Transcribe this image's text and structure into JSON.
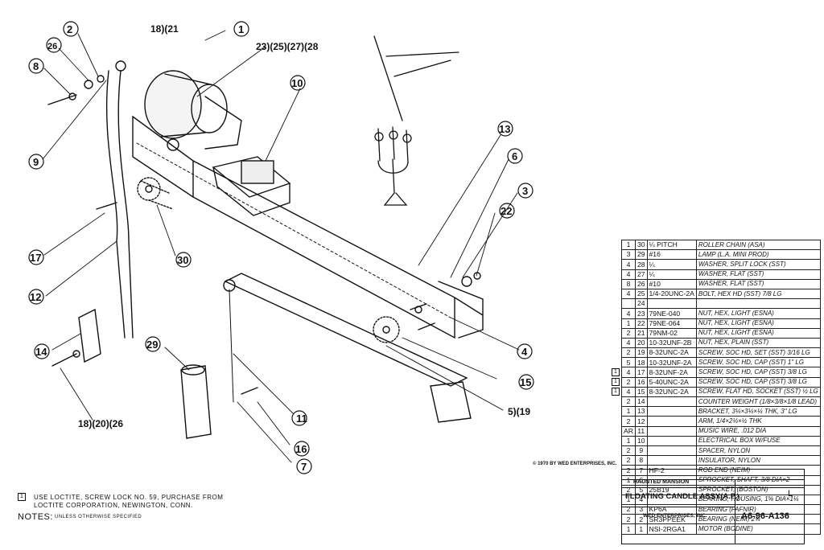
{
  "callouts": {
    "c18_21": "18)(21",
    "c1": "1",
    "c2": "2",
    "c26": "26",
    "c8": "8",
    "c9": "9",
    "c23set": "23)(25)(27)(28",
    "c10": "10",
    "c13": "13",
    "c6": "6",
    "c3": "3",
    "c22": "22",
    "c17": "17",
    "c12": "12",
    "c30": "30",
    "c14": "14",
    "c29": "29",
    "c4": "4",
    "c15": "15",
    "c5_19": "5)(19",
    "c11": "11",
    "c16": "16",
    "c7": "7",
    "c18_20_26": "18)(20)(26"
  },
  "bom": [
    {
      "mark": "",
      "qty": "1",
      "item": "30",
      "part": "¼ PITCH",
      "desc": "ROLLER CHAIN (ASA)"
    },
    {
      "mark": "",
      "qty": "3",
      "item": "29",
      "part": "#16",
      "desc": "LAMP (L.A. MINI PROD)"
    },
    {
      "mark": "",
      "qty": "4",
      "item": "28",
      "part": "¼",
      "desc": "WASHER, SPLIT LOCK (SST)"
    },
    {
      "mark": "",
      "qty": "4",
      "item": "27",
      "part": "¼",
      "desc": "WASHER, FLAT (SST)"
    },
    {
      "mark": "",
      "qty": "8",
      "item": "26",
      "part": "#10",
      "desc": "WASHER, FLAT (SST)"
    },
    {
      "mark": "",
      "qty": "4",
      "item": "25",
      "part": "1/4-20UNC-2A",
      "desc": "BOLT, HEX HD (SST)  7/8 LG"
    },
    {
      "mark": "",
      "qty": "",
      "item": "24",
      "part": "",
      "desc": ""
    },
    {
      "mark": "",
      "qty": "4",
      "item": "23",
      "part": "79NE-040",
      "desc": "NUT, HEX, LIGHT (ESNA)"
    },
    {
      "mark": "",
      "qty": "1",
      "item": "22",
      "part": "79NE-064",
      "desc": "NUT, HEX, LIGHT (ESNA)"
    },
    {
      "mark": "",
      "qty": "2",
      "item": "21",
      "part": "79NM-02",
      "desc": "NUT, HEX, LIGHT (ESNA)"
    },
    {
      "mark": "",
      "qty": "4",
      "item": "20",
      "part": "10-32UNF-2B",
      "desc": "NUT, HEX, PLAIN (SST)"
    },
    {
      "mark": "",
      "qty": "2",
      "item": "19",
      "part": "8-32UNC-2A",
      "desc": "SCREW, SOC HD, SET (SST) 3/16 LG"
    },
    {
      "mark": "",
      "qty": "5",
      "item": "18",
      "part": "10-32UNF-2A",
      "desc": "SCREW, SOC HD, CAP (SST) 1\" LG"
    },
    {
      "mark": "1",
      "qty": "4",
      "item": "17",
      "part": "8-32UNF-2A",
      "desc": "SCREW, SOC HD, CAP (SST) 3/8 LG"
    },
    {
      "mark": "1",
      "qty": "2",
      "item": "16",
      "part": "5-40UNC-2A",
      "desc": "SCREW, SOC HD, CAP (SST) 3/8 LG"
    },
    {
      "mark": "1",
      "qty": "4",
      "item": "15",
      "part": "8-32UNC-2A",
      "desc": "SCREW, FLAT HD, SOCKET (SST) ½ LG"
    },
    {
      "mark": "",
      "qty": "2",
      "item": "14",
      "part": "",
      "desc": "COUNTER WEIGHT (1/8×3/8×1/8 LEAD)"
    },
    {
      "mark": "",
      "qty": "1",
      "item": "13",
      "part": "",
      "desc": "BRACKET, 3¼×3¼×¼ THK, 3\" LG"
    },
    {
      "mark": "",
      "qty": "2",
      "item": "12",
      "part": "",
      "desc": "ARM, 1/4×2¼×½ THK"
    },
    {
      "mark": "",
      "qty": "AR",
      "item": "11",
      "part": "",
      "desc": "MUSIC WIRE, .012 DIA"
    },
    {
      "mark": "",
      "qty": "1",
      "item": "10",
      "part": "",
      "desc": "ELECTRICAL BOX W/FUSE"
    },
    {
      "mark": "",
      "qty": "2",
      "item": "9",
      "part": "",
      "desc": "SPACER, NYLON"
    },
    {
      "mark": "",
      "qty": "2",
      "item": "8",
      "part": "",
      "desc": "INSULATOR, NYLON"
    },
    {
      "mark": "",
      "qty": "2",
      "item": "7",
      "part": "HF-2",
      "desc": "ROD END (NEIM)"
    },
    {
      "mark": "",
      "qty": "1",
      "item": "6",
      "part": "",
      "desc": "SPROCKET, SHAFT, 3/8 DIA×2"
    },
    {
      "mark": "",
      "qty": "2",
      "item": "5",
      "part": "25B19",
      "desc": "SPROCKET, (BOSTON)"
    },
    {
      "mark": "",
      "qty": "1",
      "item": "4",
      "part": "",
      "desc": "BEARING, HOUSING, 1⅝ DIA×1¼"
    },
    {
      "mark": "",
      "qty": "2",
      "item": "3",
      "part": "KP6A",
      "desc": "BEARING (FAFNIR)"
    },
    {
      "mark": "",
      "qty": "2",
      "item": "2",
      "part": "SR3PPEEK",
      "desc": "BEARING (NEIM) 2¾"
    },
    {
      "mark": "",
      "qty": "1",
      "item": "1",
      "part": "NSI-2RGA1",
      "desc": "MOTOR (BODINE)"
    }
  ],
  "title_block": {
    "project": "HAUNTED MANSION",
    "title": "FLOATING CANDLE ASSY(A.P.)",
    "company": "WED ENTERPRISES, INC.",
    "drawing_no": "A6-96-A136",
    "sheet_mark": "L"
  },
  "copyright": "© 1970 BY WED ENTERPRISES, INC.",
  "notes": {
    "marker": "1",
    "note1_line1": "USE LOCTITE, SCREW LOCK NO. 59, PURCHASE FROM",
    "note1_line2": "LOCTITE CORPORATION, NEWINGTON, CONN.",
    "label": "NOTES:",
    "footer": "UNLESS OTHERWISE SPECIFIED"
  }
}
